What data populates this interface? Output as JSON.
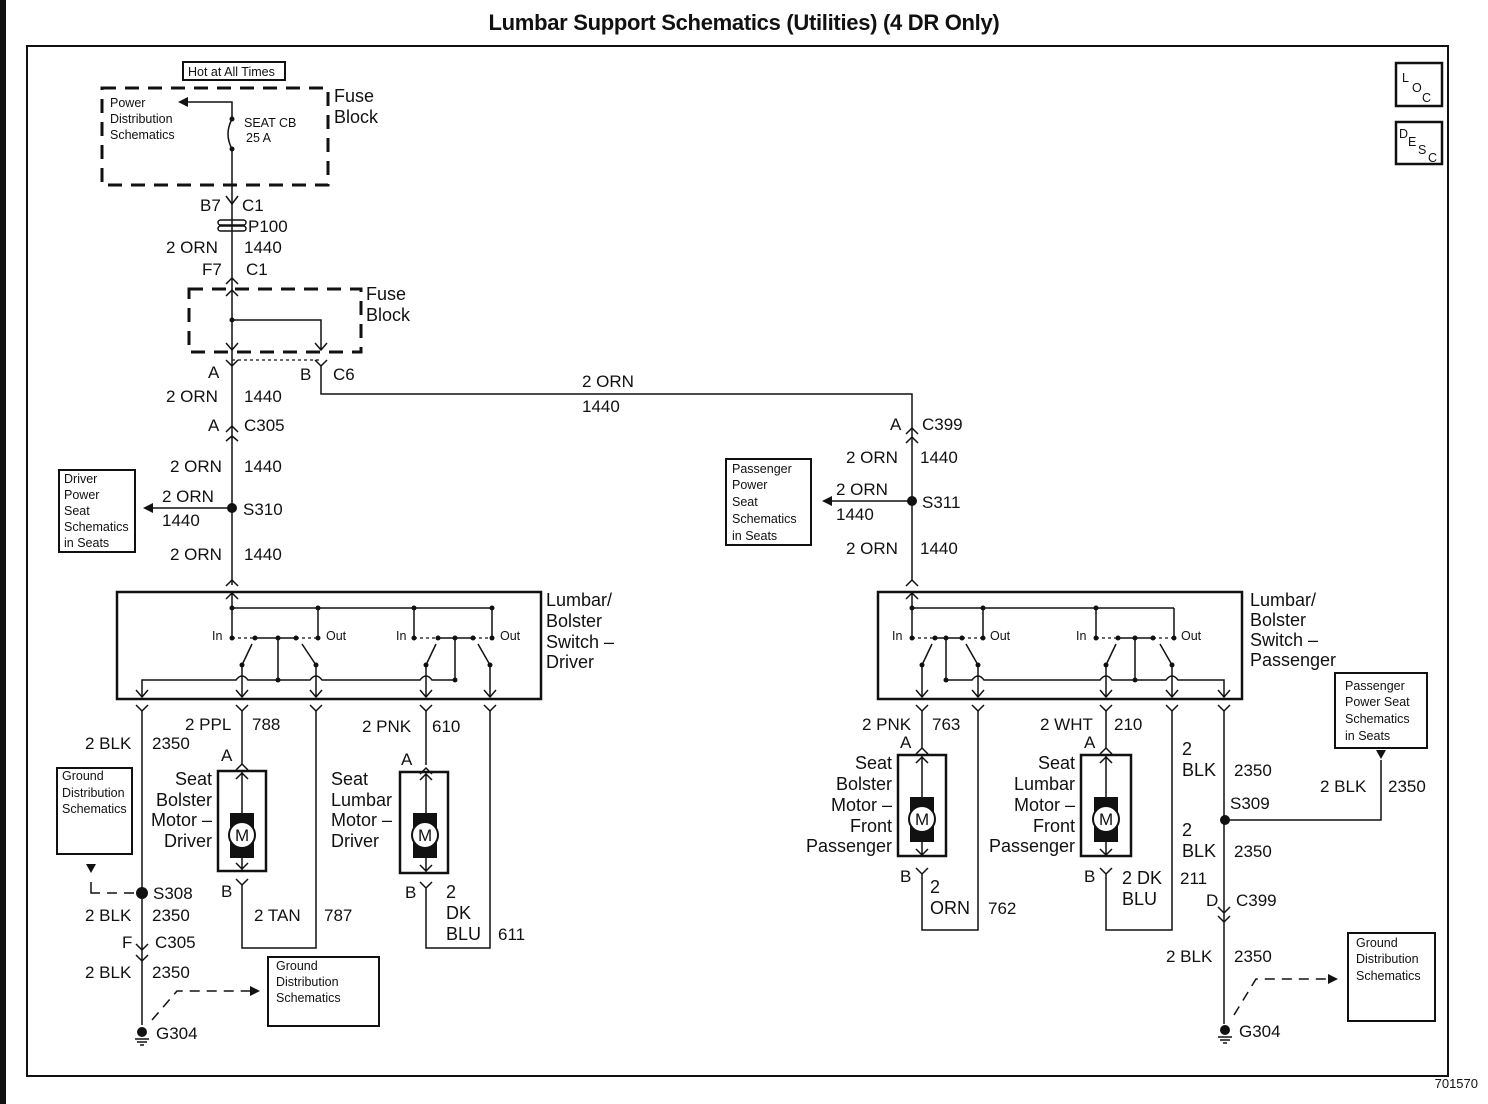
{
  "title": "Lumbar Support Schematics (Utilities) (4 DR Only)",
  "figure_id": "701570",
  "nav_icons": {
    "loc": [
      "L",
      "O",
      "C"
    ],
    "desc": [
      "D",
      "E",
      "S",
      "C"
    ]
  },
  "top": {
    "hot_label": "Hot at All Times",
    "power_dist": [
      "Power",
      "Distribution",
      "Schematics"
    ],
    "seat_cb": [
      "SEAT CB",
      "25 A"
    ],
    "fuse_block_1": [
      "Fuse",
      "Block"
    ],
    "b7": "B7",
    "c1a": "C1",
    "p100": "P100",
    "orn1": "2 ORN",
    "c1440a": "1440",
    "f7": "F7",
    "c1b": "C1",
    "fuse_block_2": [
      "Fuse",
      "Block"
    ],
    "pinA": "A",
    "pinB": "B",
    "c6": "C6",
    "orn2": "2 ORN",
    "c1440b": "1440",
    "c305A": "A",
    "c305": "C305"
  },
  "cross": {
    "orn": "2 ORN",
    "circuit": "1440"
  },
  "driver": {
    "orn3": "2 ORN",
    "c1440c": "1440",
    "splice_orn": "2 ORN",
    "splice_circ": "1440",
    "s310": "S310",
    "orn4": "2 ORN",
    "c1440d": "1440",
    "power_seat": [
      "Driver",
      "Power",
      "Seat",
      "Schematics",
      "in Seats"
    ],
    "switch_label": [
      "Lumbar/",
      "Bolster",
      "Switch –",
      "Driver"
    ],
    "in1": "In",
    "out1": "Out",
    "in2": "In",
    "out2": "Out",
    "blk": "2 BLK",
    "blk_c": "2350",
    "ppl": "2 PPL",
    "ppl_c": "788",
    "pnk": "2 PNK",
    "pnk_c": "610",
    "pinA1": "A",
    "pinA2": "A",
    "pinB1": "B",
    "pinB2": "B",
    "bolster_motor": [
      "Seat",
      "Bolster",
      "Motor –",
      "Driver"
    ],
    "lumbar_motor": [
      "Seat",
      "Lumbar",
      "Motor –",
      "Driver"
    ],
    "motor_m": "M",
    "ground_dist": [
      "Ground",
      "Distribution",
      "Schematics"
    ],
    "s308": "S308",
    "blk2": "2 BLK",
    "blk2_c": "2350",
    "F": "F",
    "c305": "C305",
    "blk3": "2 BLK",
    "blk3_c": "2350",
    "tan": "2 TAN",
    "tan_c": "787",
    "dkblu": [
      "2",
      "DK",
      "BLU"
    ],
    "dkblu_c": "611",
    "ground_dist2": [
      "Ground",
      "Distribution",
      "Schematics"
    ],
    "g304": "G304"
  },
  "passenger": {
    "A": "A",
    "c399": "C399",
    "orn1": "2 ORN",
    "c1440a": "1440",
    "splice_orn": "2 ORN",
    "splice_circ": "1440",
    "s311": "S311",
    "orn2": "2 ORN",
    "c1440b": "1440",
    "power_seat": [
      "Passenger",
      "Power",
      "Seat",
      "Schematics",
      "in Seats"
    ],
    "switch_label": [
      "Lumbar/",
      "Bolster",
      "Switch –",
      "Passenger"
    ],
    "in1": "In",
    "out1": "Out",
    "in2": "In",
    "out2": "Out",
    "pnk": "2 PNK",
    "pnk_c": "763",
    "wht": "2 WHT",
    "wht_c": "210",
    "pinA1": "A",
    "pinA2": "A",
    "pinB1": "B",
    "pinB2": "B",
    "bolster_motor": [
      "Seat",
      "Bolster",
      "Motor –",
      "Front",
      "Passenger"
    ],
    "lumbar_motor": [
      "Seat",
      "Lumbar",
      "Motor –",
      "Front",
      "Passenger"
    ],
    "motor_m": "M",
    "orn_b": [
      "2",
      "ORN"
    ],
    "orn_b_c": "762",
    "dkblu": [
      "2 DK",
      "BLU"
    ],
    "dkblu_c": "211",
    "blk1": [
      "2",
      "BLK"
    ],
    "blk1_c": "2350",
    "s309": "S309",
    "blk2": [
      "2",
      "BLK"
    ],
    "blk2_c": "2350",
    "D": "D",
    "c399b": "C399",
    "blk3": "2 BLK",
    "blk3_c": "2350",
    "pass_seat2": [
      "Passenger",
      "Power Seat",
      "Schematics",
      "in Seats"
    ],
    "blk_side": "2 BLK",
    "blk_side_c": "2350",
    "ground_dist": [
      "Ground",
      "Distribution",
      "Schematics"
    ],
    "g304": "G304"
  }
}
